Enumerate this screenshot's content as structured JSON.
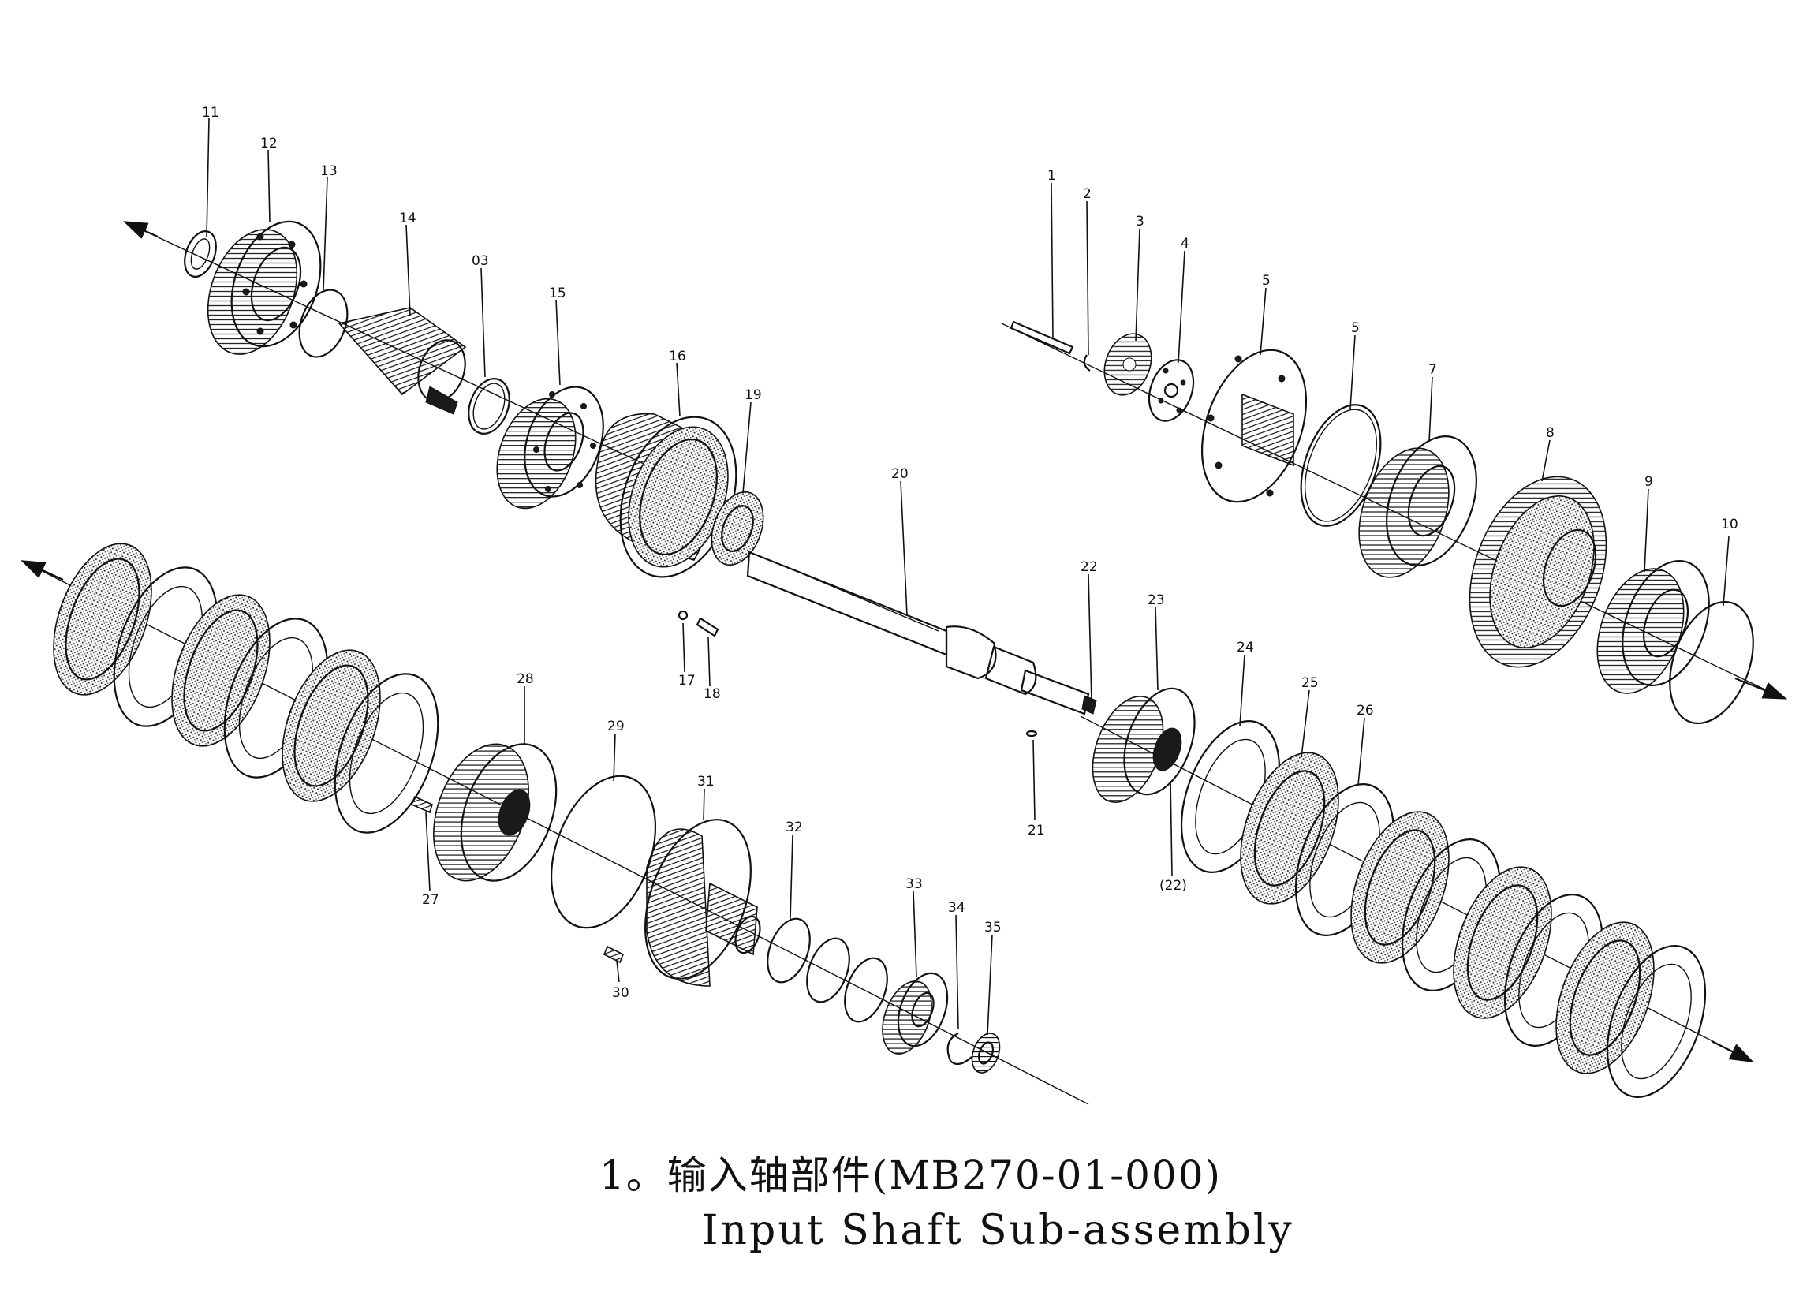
{
  "callouts": [
    "11",
    "12",
    "13",
    "14",
    "03",
    "15",
    "16",
    "19",
    "20",
    "1",
    "2",
    "3",
    "4",
    "5",
    "5",
    "7",
    "8",
    "9",
    "10",
    "22",
    "23",
    "24",
    "25",
    "26",
    "17",
    "18",
    "21",
    "(22)",
    "28",
    "29",
    "27",
    "31",
    "32",
    "33",
    "34",
    "35",
    "30"
  ],
  "caption": {
    "line1": "1。输入轴部件(MB270-01-000)",
    "line2": "Input Shaft Sub-assembly"
  }
}
